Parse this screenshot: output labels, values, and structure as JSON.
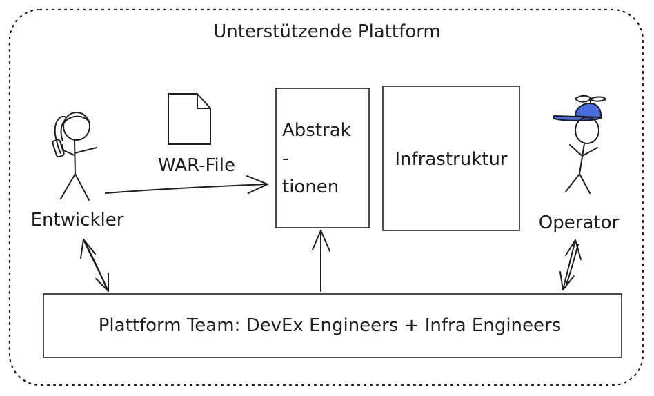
{
  "platform": {
    "title": "Unterstützende Plattform"
  },
  "actors": {
    "developer": {
      "label": "Entwickler"
    },
    "operator": {
      "label": "Operator"
    }
  },
  "artifact": {
    "label": "WAR-File"
  },
  "boxes": {
    "abstractions": {
      "lines": [
        "Abstrak",
        "-",
        "tionen"
      ]
    },
    "infrastructure": {
      "label": "Infrastruktur"
    },
    "team": {
      "label": "Plattform Team: DevEx Engineers + Infra Engineers"
    }
  },
  "colors": {
    "ink": "#1e1e1e",
    "operator_cap": "#4a6ee0"
  }
}
